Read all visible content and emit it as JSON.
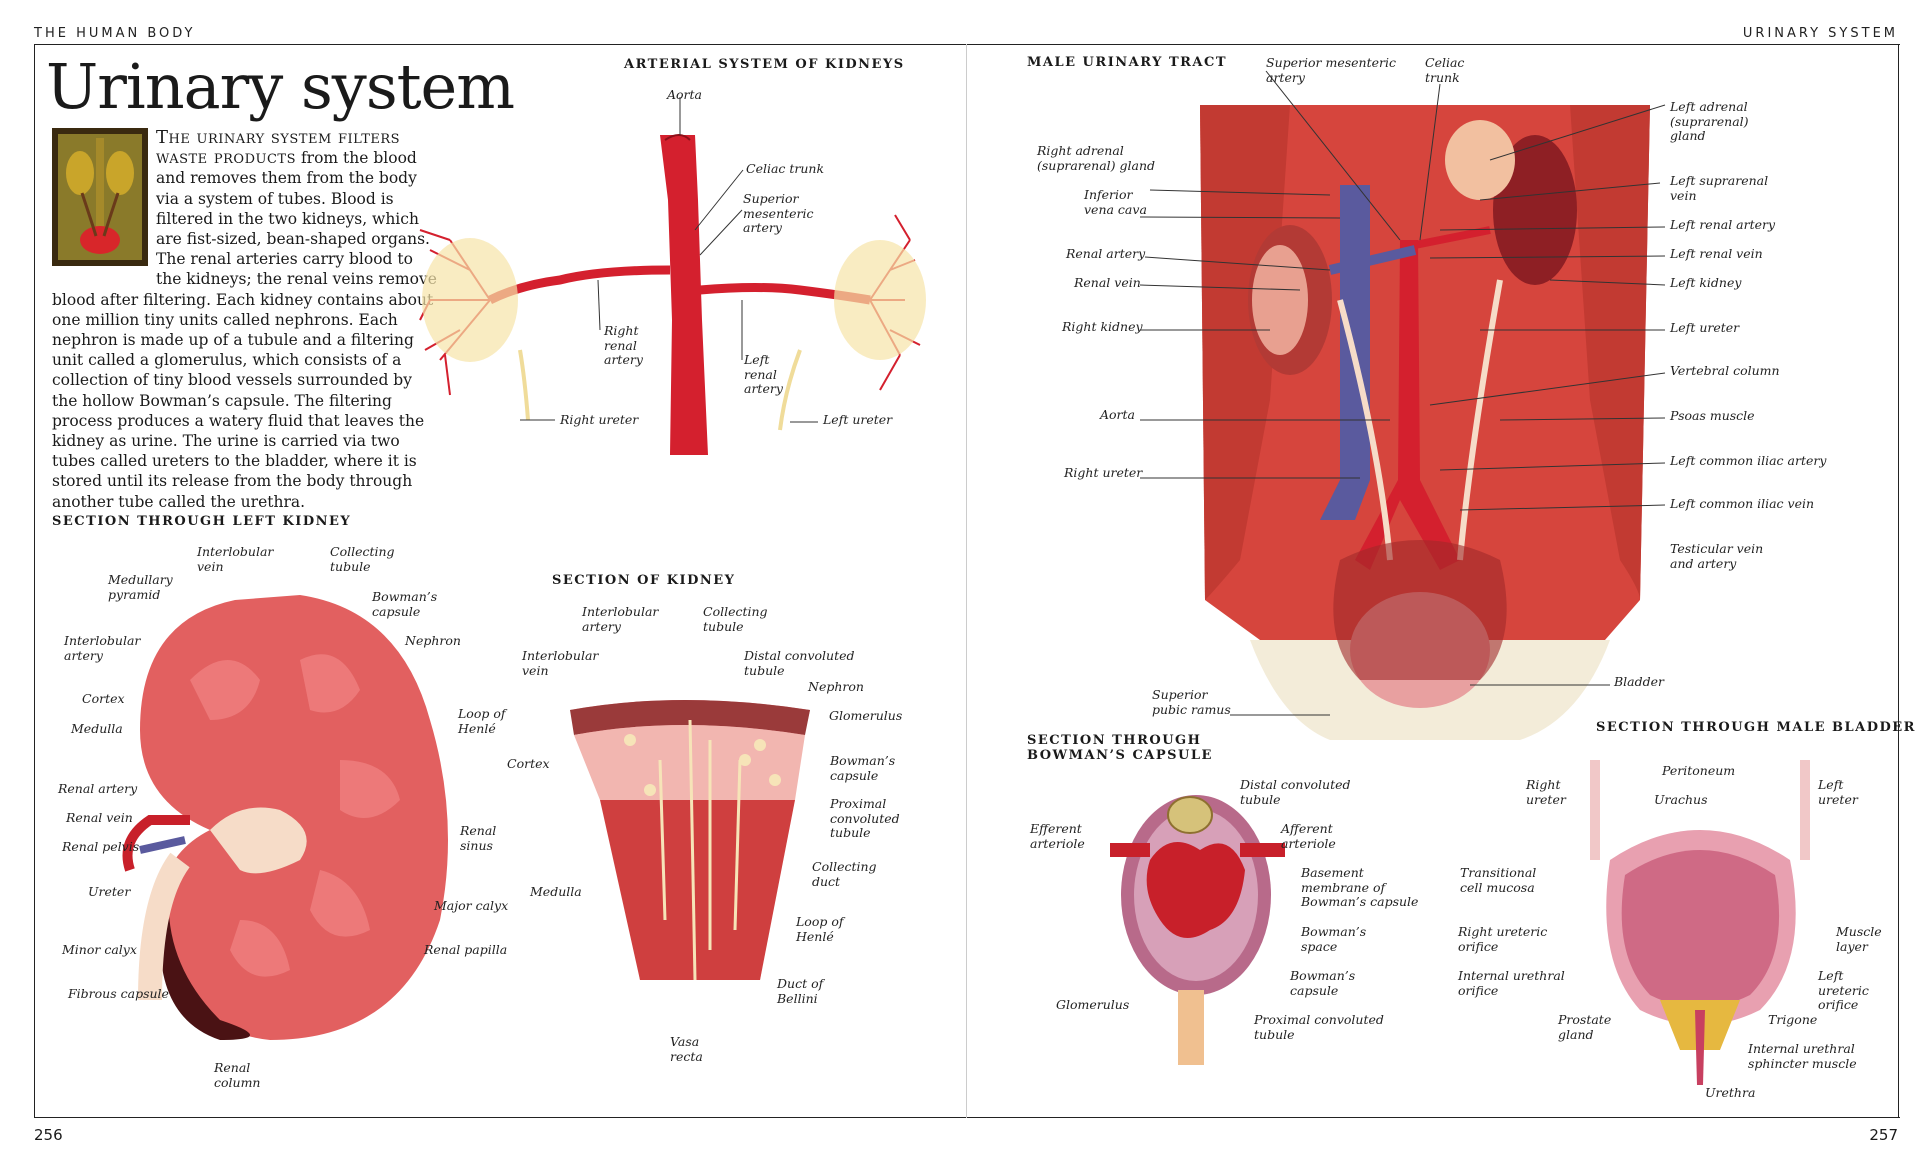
{
  "header": {
    "left": "THE HUMAN BODY",
    "right": "URINARY SYSTEM"
  },
  "title": "Urinary system",
  "intro": {
    "lead": "The urinary system filters waste products",
    "body": "from the blood and removes them from the body via a system of tubes. Blood is filtered in the two kidneys, which are fist-sized, bean-shaped organs. The renal arteries carry blood to the kidneys; the renal veins remove blood after filtering. Each kidney contains about one million tiny units called nephrons. Each nephron is made up of a tubule and a filtering unit called a glomerulus, which consists of a collection of tiny blood vessels surrounded by the hollow Bowman’s capsule. The filtering process produces a watery fluid that leaves the kidney as urine. The urine is carried via two tubes called ureters to the bladder, where it is stored until its release from the body through another tube called the urethra."
  },
  "sections": {
    "arterial": "ARTERIAL SYSTEM OF KIDNEYS",
    "left_kidney": "SECTION THROUGH LEFT KIDNEY",
    "kidney_section": "SECTION OF KIDNEY",
    "male_tract": "MALE URINARY TRACT",
    "bowman": "SECTION THROUGH\nBOWMAN’S CAPSULE",
    "bladder": "SECTION THROUGH MALE BLADDER"
  },
  "labels": {
    "arterial": [
      "Aorta",
      "Celiac trunk",
      "Superior\nmesenteric\nartery",
      "Right\nrenal\nartery",
      "Left\nrenal\nartery",
      "Right ureter",
      "Left ureter"
    ],
    "left_kidney": [
      "Interlobular\nvein",
      "Collecting\ntubule",
      "Medullary\npyramid",
      "Bowman’s\ncapsule",
      "Nephron",
      "Interlobular\nartery",
      "Cortex",
      "Medulla",
      "Loop of\nHenlé",
      "Renal artery",
      "Renal vein",
      "Renal pelvis",
      "Renal\nsinus",
      "Ureter",
      "Major calyx",
      "Minor calyx",
      "Renal papilla",
      "Fibrous capsule",
      "Renal\ncolumn"
    ],
    "kidney_section": [
      "Interlobular\nartery",
      "Collecting\ntubule",
      "Distal convoluted\ntubule",
      "Interlobular\nvein",
      "Nephron",
      "Glomerulus",
      "Cortex",
      "Bowman’s\ncapsule",
      "Proximal\nconvoluted\ntubule",
      "Collecting\nduct",
      "Medulla",
      "Loop of\nHenlé",
      "Duct of\nBellini",
      "Vasa\nrecta"
    ],
    "male_tract": [
      "Superior mesenteric\nartery",
      "Celiac\ntrunk",
      "Left adrenal\n(suprarenal)\ngland",
      "Right adrenal\n(suprarenal) gland",
      "Left suprarenal\nvein",
      "Inferior\nvena cava",
      "Left renal artery",
      "Renal artery",
      "Left renal vein",
      "Renal vein",
      "Left kidney",
      "Right kidney",
      "Left ureter",
      "Vertebral column",
      "Aorta",
      "Psoas muscle",
      "Left common iliac artery",
      "Right ureter",
      "Left common iliac vein",
      "Testicular vein\nand artery",
      "Bladder",
      "Superior\npubic ramus"
    ],
    "bowman": [
      "Distal convoluted\ntubule",
      "Efferent\narteriole",
      "Afferent\narteriole",
      "Basement\nmembrane of\nBowman’s capsule",
      "Bowman’s\nspace",
      "Bowman’s\ncapsule",
      "Glomerulus",
      "Proximal convoluted\ntubule"
    ],
    "bladder": [
      "Peritoneum",
      "Right\nureter",
      "Urachus",
      "Left\nureter",
      "Transitional\ncell mucosa",
      "Right ureteric\norifice",
      "Muscle\nlayer",
      "Internal urethral\norifice",
      "Left\nureteric\norifice",
      "Trigone",
      "Prostate\ngland",
      "Internal urethral\nsphincter muscle",
      "Urethra"
    ]
  },
  "pages": {
    "left": "256",
    "right": "257"
  },
  "colors": {
    "artery": "#d4202e",
    "vein": "#5a5a9e",
    "muscle": "#d6453d",
    "kidney": "#e26060",
    "bone": "#f3ecd9"
  }
}
